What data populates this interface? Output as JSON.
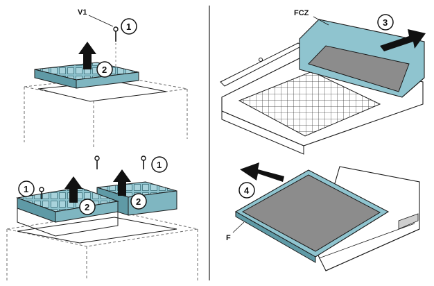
{
  "labels": {
    "v1": "V1",
    "fcz": "FCZ",
    "f": "F"
  },
  "callouts": {
    "c1": "1",
    "c2": "2",
    "c3": "3",
    "c4": "4"
  },
  "colors": {
    "filter_teal": "#8fc4cf",
    "filter_dark": "#5f9aa6",
    "grey_media": "#8c8c8c",
    "hood_body": "#ffffff",
    "line": "#1a1a1a",
    "dashed": "#6b6b6b",
    "arrow": "#111111"
  },
  "icons": {
    "screw": "screw-icon",
    "arrow": "arrow-icon",
    "callout": "numbered-circle-icon"
  }
}
